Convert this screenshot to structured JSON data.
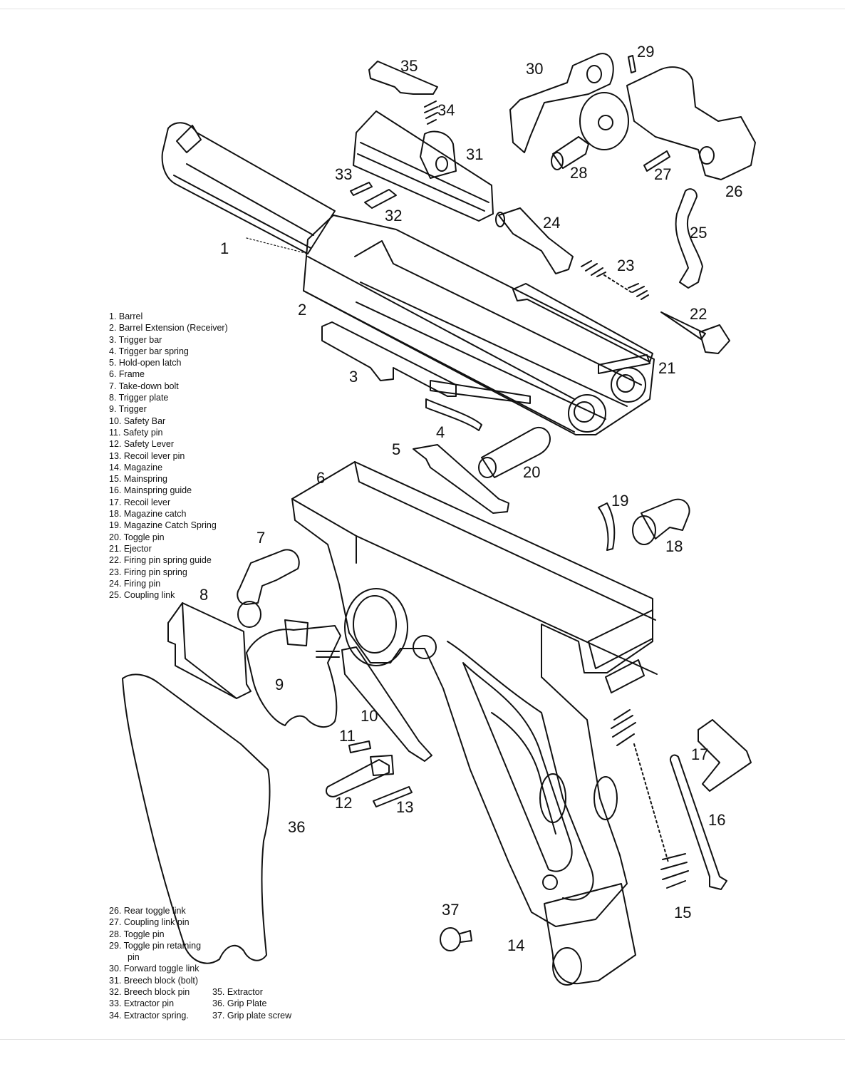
{
  "callouts": [
    "1",
    "2",
    "3",
    "4",
    "5",
    "6",
    "7",
    "8",
    "9",
    "10",
    "11",
    "12",
    "13",
    "14",
    "15",
    "16",
    "17",
    "18",
    "19",
    "20",
    "21",
    "22",
    "23",
    "24",
    "25",
    "26",
    "27",
    "28",
    "29",
    "30",
    "31",
    "32",
    "33",
    "34",
    "35",
    "36",
    "37"
  ],
  "legend_top": [
    "1. Barrel",
    "2. Barrel Extension (Receiver)",
    "3. Trigger bar",
    "4. Trigger bar spring",
    "5. Hold-open latch",
    "6. Frame",
    "7. Take-down bolt",
    "8. Trigger plate",
    "9. Trigger",
    "10. Safety Bar",
    "11. Safety pin",
    "12. Safety Lever",
    "13. Recoil lever pin",
    "14. Magazine",
    "15. Mainspring",
    "16. Mainspring guide",
    "17. Recoil lever",
    "18. Magazine catch",
    "19. Magazine Catch Spring",
    "20. Toggle pin",
    "21. Ejector",
    "22. Firing pin spring guide",
    "23. Firing pin spring",
    "24. Firing pin",
    "25. Coupling link"
  ],
  "legend_bottom_left": [
    "26. Rear toggle link",
    "27. Coupling link pin",
    "28. Toggle pin",
    "29. Toggle pin retaining",
    "pin",
    "30. Forward toggle link",
    "31. Breech block (bolt)",
    "32. Breech block pin",
    "33. Extractor pin",
    "34. Extractor spring."
  ],
  "legend_bottom_right": [
    "35. Extractor",
    "36. Grip Plate",
    "37. Grip plate screw"
  ]
}
